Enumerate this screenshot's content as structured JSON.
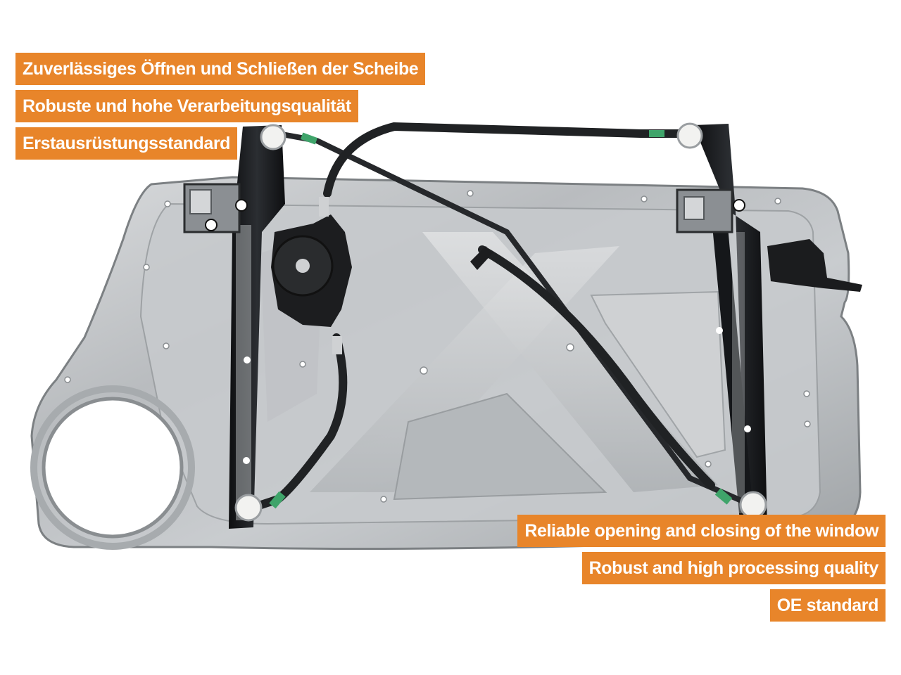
{
  "colors": {
    "label_bg": "#e8852a",
    "label_text": "#ffffff",
    "panel_metal": "#c3c6c9",
    "panel_shadow": "#8f9396",
    "rail": "#15171a",
    "cable": "#2a2c2e",
    "clip_green": "#3fa46a",
    "motor": "#1c1d1f"
  },
  "labels_de": [
    "Zuverlässiges Öffnen und Schließen der Scheibe",
    "Robuste und hohe Verarbeitungsqualität",
    "Erstausrüstungsstandard"
  ],
  "labels_en": [
    "Reliable opening and closing of the window",
    "Robust and high processing quality",
    "OE standard"
  ]
}
